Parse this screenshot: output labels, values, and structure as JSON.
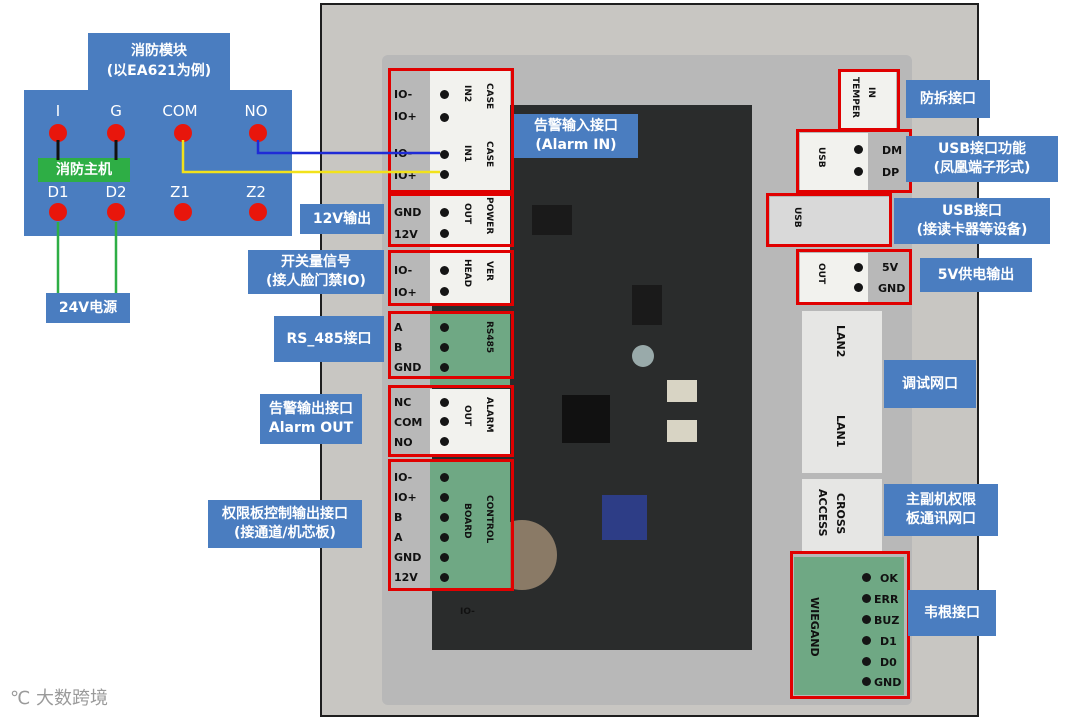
{
  "fire_module": {
    "title_line1": "消防模块",
    "title_line2": "(以EA621为例)",
    "top_terminals": [
      "I",
      "G",
      "COM",
      "NO"
    ],
    "bottom_terminals": [
      "D1",
      "D2",
      "Z1",
      "Z2"
    ],
    "host_label": "消防主机",
    "power_label": "24V电源"
  },
  "board": {
    "left_groups": [
      {
        "id": "alarm-in-2",
        "pins": [
          "IO-",
          "IO+"
        ],
        "tags": [
          "IN2",
          "CASE"
        ]
      },
      {
        "id": "alarm-in-1",
        "pins": [
          "IO-",
          "IO+"
        ],
        "tags": [
          "IN1",
          "CASE"
        ]
      },
      {
        "id": "power-12v",
        "pins": [
          "GND",
          "12V"
        ],
        "tags": [
          "OUT",
          "POWER"
        ]
      },
      {
        "id": "switch-signal",
        "pins": [
          "IO-",
          "IO+"
        ],
        "tags": [
          "HEAD",
          "VER"
        ]
      },
      {
        "id": "rs485",
        "pins": [
          "A",
          "B",
          "GND"
        ],
        "tags": [
          "RS485"
        ]
      },
      {
        "id": "alarm-out",
        "pins": [
          "NC",
          "COM",
          "NO"
        ],
        "tags": [
          "OUT",
          "ALARM"
        ]
      },
      {
        "id": "board-control",
        "pins": [
          "IO-",
          "IO+",
          "B",
          "A",
          "GND",
          "12V"
        ],
        "tags": [
          "BOARD",
          "CONTROL"
        ]
      }
    ],
    "right_groups": [
      {
        "id": "tamper",
        "pins": [],
        "tags": [
          "TEMPER",
          "IN"
        ]
      },
      {
        "id": "usb-dm-dp",
        "pins": [
          "DM",
          "DP"
        ],
        "tags": [
          "USB"
        ]
      },
      {
        "id": "usb",
        "pins": [],
        "tags": [
          "USB"
        ]
      },
      {
        "id": "5v-out",
        "pins": [
          "5V",
          "GND"
        ],
        "tags": [
          "OUT"
        ]
      },
      {
        "id": "lan",
        "pins": [],
        "tags": [
          "LAN2",
          "LAN1"
        ]
      },
      {
        "id": "access-cross",
        "pins": [],
        "tags": [
          "ACCESS",
          "CROSS"
        ]
      },
      {
        "id": "wiegand",
        "pins": [
          "OK",
          "ERR",
          "BUZ",
          "D1",
          "D0",
          "GND"
        ],
        "tags": [
          "WIEGAND"
        ]
      }
    ],
    "small_text": "IO-"
  },
  "callouts": {
    "alarm_in": [
      "告警输入接口",
      "(Alarm IN)"
    ],
    "out_12v": [
      "12V输出"
    ],
    "switch_signal": [
      "开关量信号",
      "(接人脸门禁IO)"
    ],
    "rs485": [
      "RS_485接口"
    ],
    "alarm_out": [
      "告警输出接口",
      "Alarm OUT"
    ],
    "board_control": [
      "权限板控制输出接口",
      "(接通道/机芯板)"
    ],
    "tamper": [
      "防拆接口"
    ],
    "usb_func": [
      "USB接口功能",
      "(凤凰端子形式)"
    ],
    "usb": [
      "USB接口",
      "(接读卡器等设备)"
    ],
    "out_5v": [
      "5V供电输出"
    ],
    "debug_lan": [
      "调试网口"
    ],
    "master_slave": [
      "主副机权限",
      "板通讯网口"
    ],
    "wiegand": [
      "韦根接口"
    ]
  },
  "watermark": {
    "brand": "大数跨境"
  },
  "colors": {
    "callout_bg": "#4a7dc0",
    "highlight_red": "#e00000",
    "terminal_red": "#e8160c",
    "host_green": "#2eae45",
    "wire_blue": "#1f2bd6",
    "wire_yellow": "#f2e21a",
    "wire_green": "#2eae45"
  }
}
